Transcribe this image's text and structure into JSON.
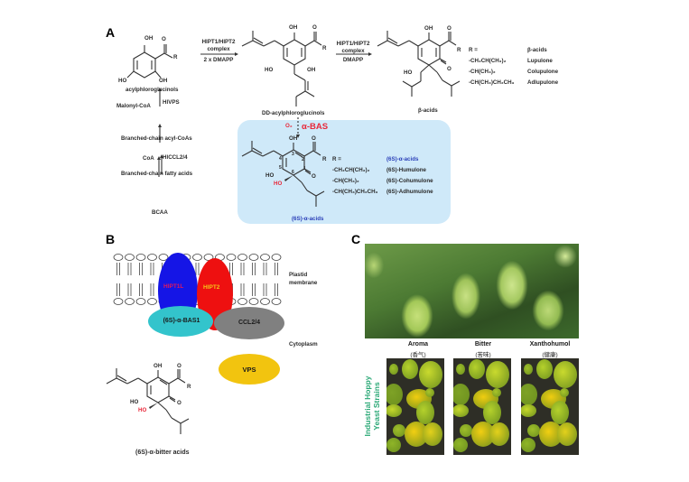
{
  "panels": {
    "a": {
      "letter": "A",
      "pathway_left": {
        "compound": "acylphloroglucinols",
        "step1": {
          "cofactor": "Malonyl-CoA",
          "enzyme": "HlVPS"
        },
        "intermediate1": "Branched-chain acyl-CoAs",
        "step2": {
          "cofactor": "CoA",
          "enzyme": "HlCCL2/4"
        },
        "intermediate2": "Branched-chain fatty acids",
        "source": "BCAA"
      },
      "arrow1": {
        "enzyme": "HlPT1/HlPT2",
        "sub": "complex",
        "cofactor": "2 x DMAPP"
      },
      "dd_compound": "DD-acylphloroglucinols",
      "arrow2": {
        "enzyme": "HlPT1/HlPT2",
        "sub": "complex",
        "cofactor": "DMAPP"
      },
      "beta": {
        "compound": "β-acids",
        "r_header": "R =",
        "class_header": "β-acids",
        "rows": [
          {
            "r": "-CH₂CH(CH₃)₂",
            "name": "Lupulone"
          },
          {
            "r": "-CH(CH₃)₂",
            "name": "Colupulone"
          },
          {
            "r": "-CH(CH₃)CH₂CH₃",
            "name": "Adlupulone"
          }
        ]
      },
      "alpha": {
        "oxidant": "O₂",
        "enzyme": "α-BAS",
        "compound": "(6S)-α-acids",
        "r_header": "R =",
        "class_header": "(6S)-α-acids",
        "rows": [
          {
            "r": "-CH₂CH(CH₃)₂",
            "name": "(6S)-Humulone"
          },
          {
            "r": "-CH(CH₃)₂",
            "name": "(6S)-Cohumulone"
          },
          {
            "r": "-CH(CH₃)CH₂CH₃",
            "name": "(6S)-Adhumulone"
          }
        ],
        "atom_numbers": [
          "1",
          "2",
          "3",
          "4",
          "5",
          "6"
        ]
      },
      "atom_labels": {
        "oh": "OH",
        "ho": "HO",
        "o": "O",
        "r": "R"
      }
    },
    "b": {
      "letter": "B",
      "proteins": [
        {
          "name": "HlPT1L",
          "color": "#1515e6",
          "text_color": "#e0185c"
        },
        {
          "name": "HlPT2",
          "color": "#ee1010",
          "text_color": "#f5c518"
        },
        {
          "name": "(6S)-α-BAS1",
          "color": "#33c4cc",
          "text_color": "#1a1a1a"
        },
        {
          "name": "CCL2/4",
          "color": "#808080",
          "text_color": "#1a1a1a"
        },
        {
          "name": "VPS",
          "color": "#f2c40f",
          "text_color": "#1a1a1a"
        }
      ],
      "membrane_label": [
        "Plastid",
        "membrane"
      ],
      "cytoplasm_label": "Cytoplasm",
      "compound": "(6S)-α-bitter acids"
    },
    "c": {
      "letter": "C",
      "photo_alt": "hop cones",
      "strains": [
        {
          "label": "Aroma",
          "sub": "(香气)"
        },
        {
          "label": "Bitter",
          "sub": "(苦味)"
        },
        {
          "label": "Xanthohumol",
          "sub": "(健康)"
        }
      ],
      "side_label": [
        "Industrial Hoppy",
        "Yeast Strains"
      ],
      "side_color": "#2aa876"
    }
  },
  "colors": {
    "highlight_red": "#e8283a",
    "highlight_blue": "#2a3fb8",
    "box_blue": "#cfe9f9"
  }
}
